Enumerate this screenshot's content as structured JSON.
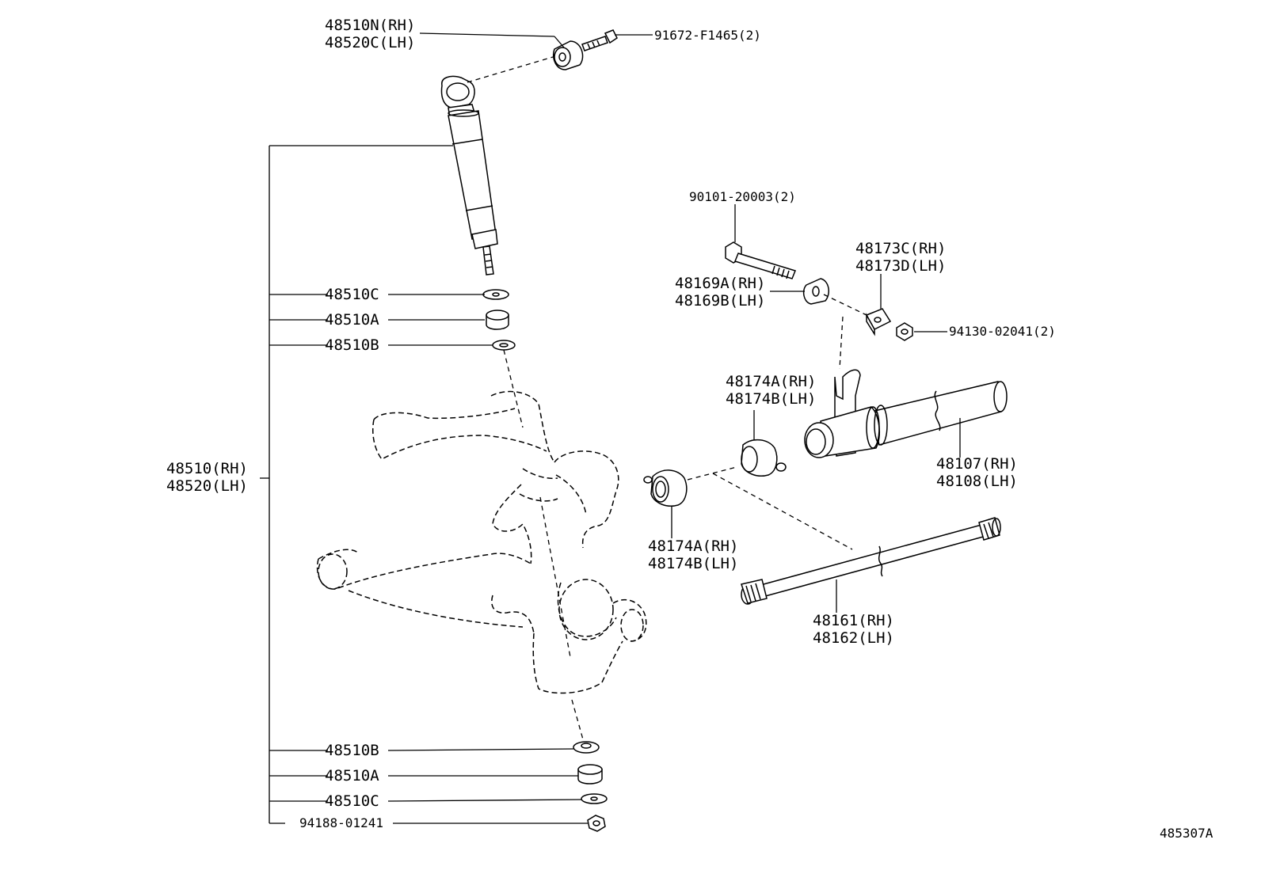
{
  "diagram": {
    "code": "485307A",
    "labels": {
      "upper_bushing_rh": "48510N(RH)",
      "upper_bushing_lh": "48520C(LH)",
      "upper_bolt": "91672-F1465(2)",
      "shock_rh": "48510(RH)",
      "shock_lh": "48520(LH)",
      "top_retainer_c": "48510C",
      "top_cushion_a": "48510A",
      "top_retainer_b": "48510B",
      "bottom_retainer_b": "48510B",
      "bottom_cushion_a": "48510A",
      "bottom_retainer_c": "48510C",
      "bottom_nut": "94188-01241",
      "bolt_90101": "90101-20003(2)",
      "bracket_rh": "48169A(RH)",
      "bracket_lh": "48169B(LH)",
      "clamp_rh": "48173C(RH)",
      "clamp_lh": "48173D(LH)",
      "nut_94130": "94130-02041(2)",
      "bushing_upper_rh": "48174A(RH)",
      "bushing_upper_lh": "48174B(LH)",
      "bushing_lower_rh": "48174A(RH)",
      "bushing_lower_lh": "48174B(LH)",
      "torsion_sleeve_rh": "48107(RH)",
      "torsion_sleeve_lh": "48108(LH)",
      "torsion_bar_rh": "48161(RH)",
      "torsion_bar_lh": "48162(LH)"
    }
  }
}
